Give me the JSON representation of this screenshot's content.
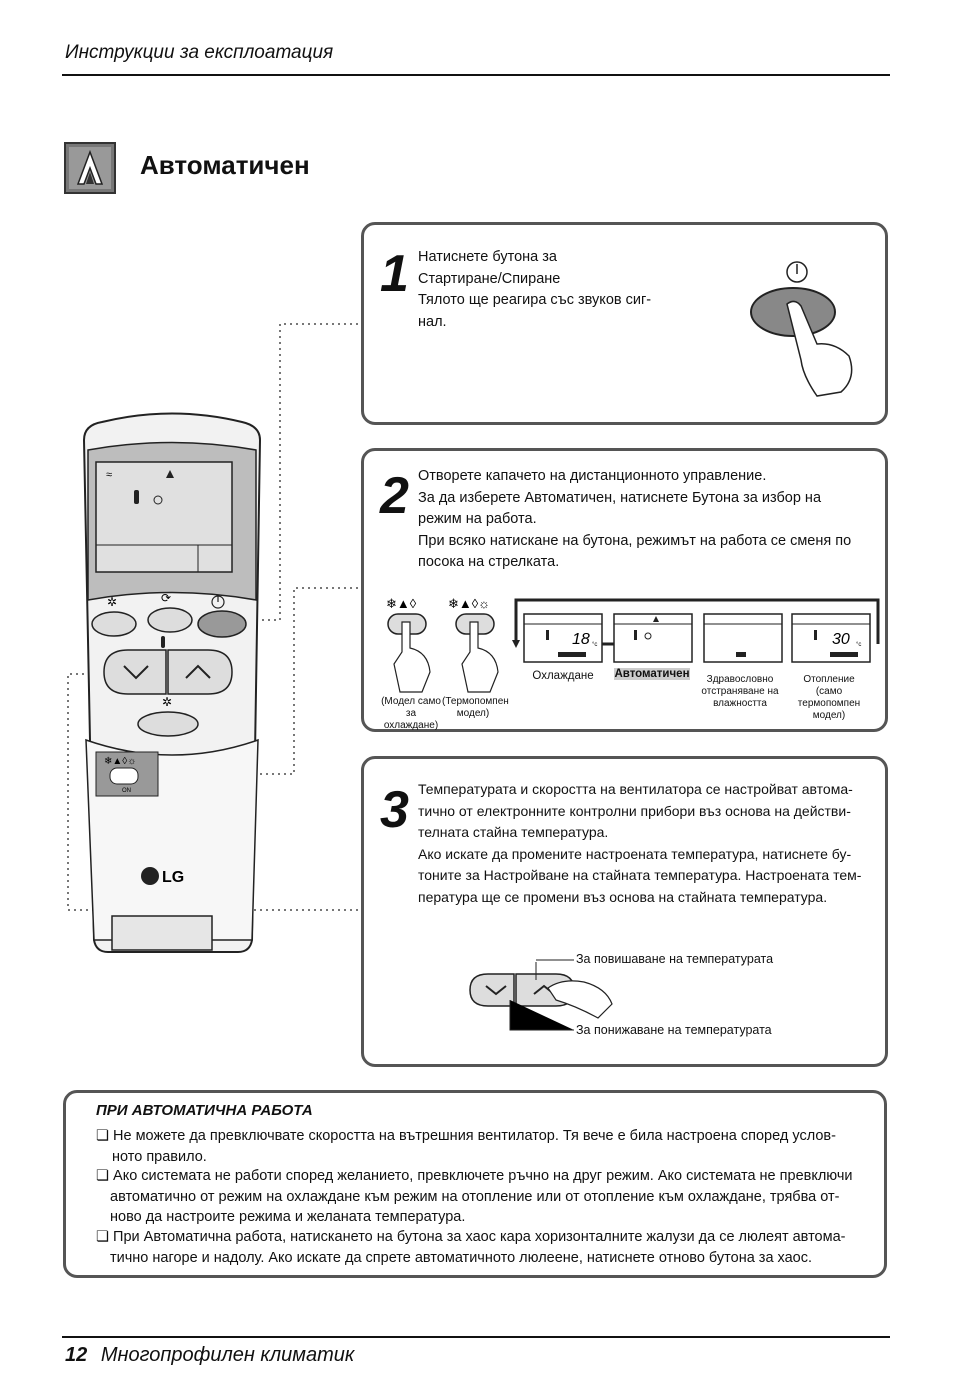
{
  "header": {
    "text": "Инструкции за експлоатация"
  },
  "section": {
    "title": "Автоматичен"
  },
  "step1": {
    "number": "1",
    "lines": [
      "Натиснете бутона за",
      "Стартиране/Спиране",
      "Тялото ще реагира със звуков сиг-",
      "нал."
    ]
  },
  "step2": {
    "number": "2",
    "lines": [
      "Отворете капачето на дистанционното управление.",
      "За да изберете Автоматичен, натиснете Бутона за избор на",
      "режим на работа.",
      "При всяко натискане на бутона, режимът на работа се сменя по",
      "посока на стрелката."
    ],
    "model_cool": [
      "(Модел само",
      "за охлаждане)"
    ],
    "model_heat": [
      "(Термопомпен",
      "модел)"
    ],
    "modes": [
      {
        "label": "Охлаждане",
        "display": "18"
      },
      {
        "label": "Автоматичен",
        "display": ""
      },
      {
        "label_lines": [
          "Здравословно",
          "отстраняване на",
          "влажността"
        ],
        "display": ""
      },
      {
        "label_lines": [
          "Отопление",
          "(само термопомпен",
          "модел)"
        ],
        "display": "30"
      }
    ],
    "unit": "°c"
  },
  "step3": {
    "number": "3",
    "lines": [
      "Температурата и скоростта на вентилатора се настройват автома-",
      "тично от електронните контролни прибори въз основа на действи-",
      "телната стайна температура.",
      "Ако искате да промените настроената температура, натиснете бу-",
      "тоните за Настройване на стайната температура. Настроената тем-",
      "пература ще се промени въз основа на стайната температура."
    ],
    "up_label": "За повишаване на температурата",
    "down_label": "За понижаване на температурата"
  },
  "remote": {
    "brand": "LG",
    "on_label": "ON"
  },
  "note": {
    "title": "ПРИ АВТОМАТИЧНА РАБОТА",
    "items": [
      [
        "❏ Не можете да превключвате скоростта на вътрешния вентилатор. Тя вече е била настроена според услов-",
        "ното правило."
      ],
      [
        "❏ Ако системата не работи според желанието, превключете ръчно на друг режим. Ако системата не превключи",
        "автоматично от режим на охлаждане към режим на отопление или от отопление към охлаждане, трябва от-",
        "ново да настроите режима и желаната температура."
      ],
      [
        "❏ При Автоматична работа, натискането на бутона за хаос кара хоризонталните жалузи да се люлеят автома-",
        "тично нагоре и надолу. Ако искате да спрете автоматичното люлеене, натиснете отново бутона за хаос."
      ]
    ]
  },
  "footer": {
    "page": "12",
    "text": "Многопрофилен климатик"
  }
}
